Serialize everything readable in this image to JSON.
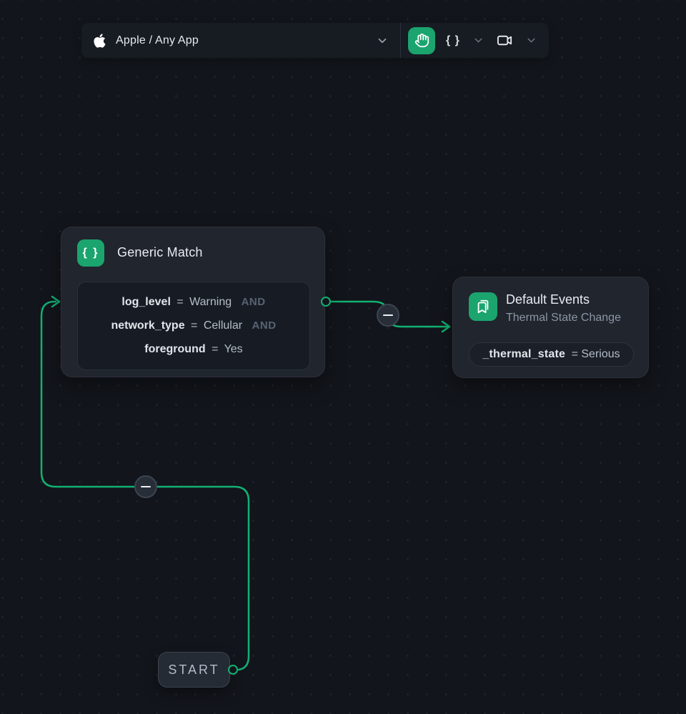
{
  "colors": {
    "canvas_bg": "#12151b",
    "accent_green": "#1ba46e",
    "connector_green": "#12b173",
    "node_bg": "#20252e",
    "toolbar_bg": "#171b22"
  },
  "toolbar": {
    "app_selector": {
      "label": "Apple / Any App",
      "icon": "apple-icon",
      "chevron": "chevron-down-icon"
    },
    "pan_tool": {
      "icon": "hand-icon"
    },
    "code_tool": {
      "glyph": "{ }",
      "chevron": "chevron-down-icon"
    },
    "record_tool": {
      "icon": "video-camera-icon",
      "chevron": "chevron-down-icon"
    }
  },
  "nodes": {
    "generic_match": {
      "icon": "braces-icon",
      "icon_glyph": "{ }",
      "title": "Generic Match",
      "conditions": [
        {
          "key": "log_level",
          "op": "=",
          "value": "Warning",
          "conjunction": "AND"
        },
        {
          "key": "network_type",
          "op": "=",
          "value": "Cellular",
          "conjunction": "AND"
        },
        {
          "key": "foreground",
          "op": "=",
          "value": "Yes",
          "conjunction": ""
        }
      ]
    },
    "default_events": {
      "icon": "bookmark-icon",
      "title": "Default Events",
      "subtitle": "Thermal State Change",
      "condition": {
        "key": "_thermal_state",
        "op": "=",
        "value": "Serious"
      }
    },
    "start": {
      "label": "START"
    }
  }
}
